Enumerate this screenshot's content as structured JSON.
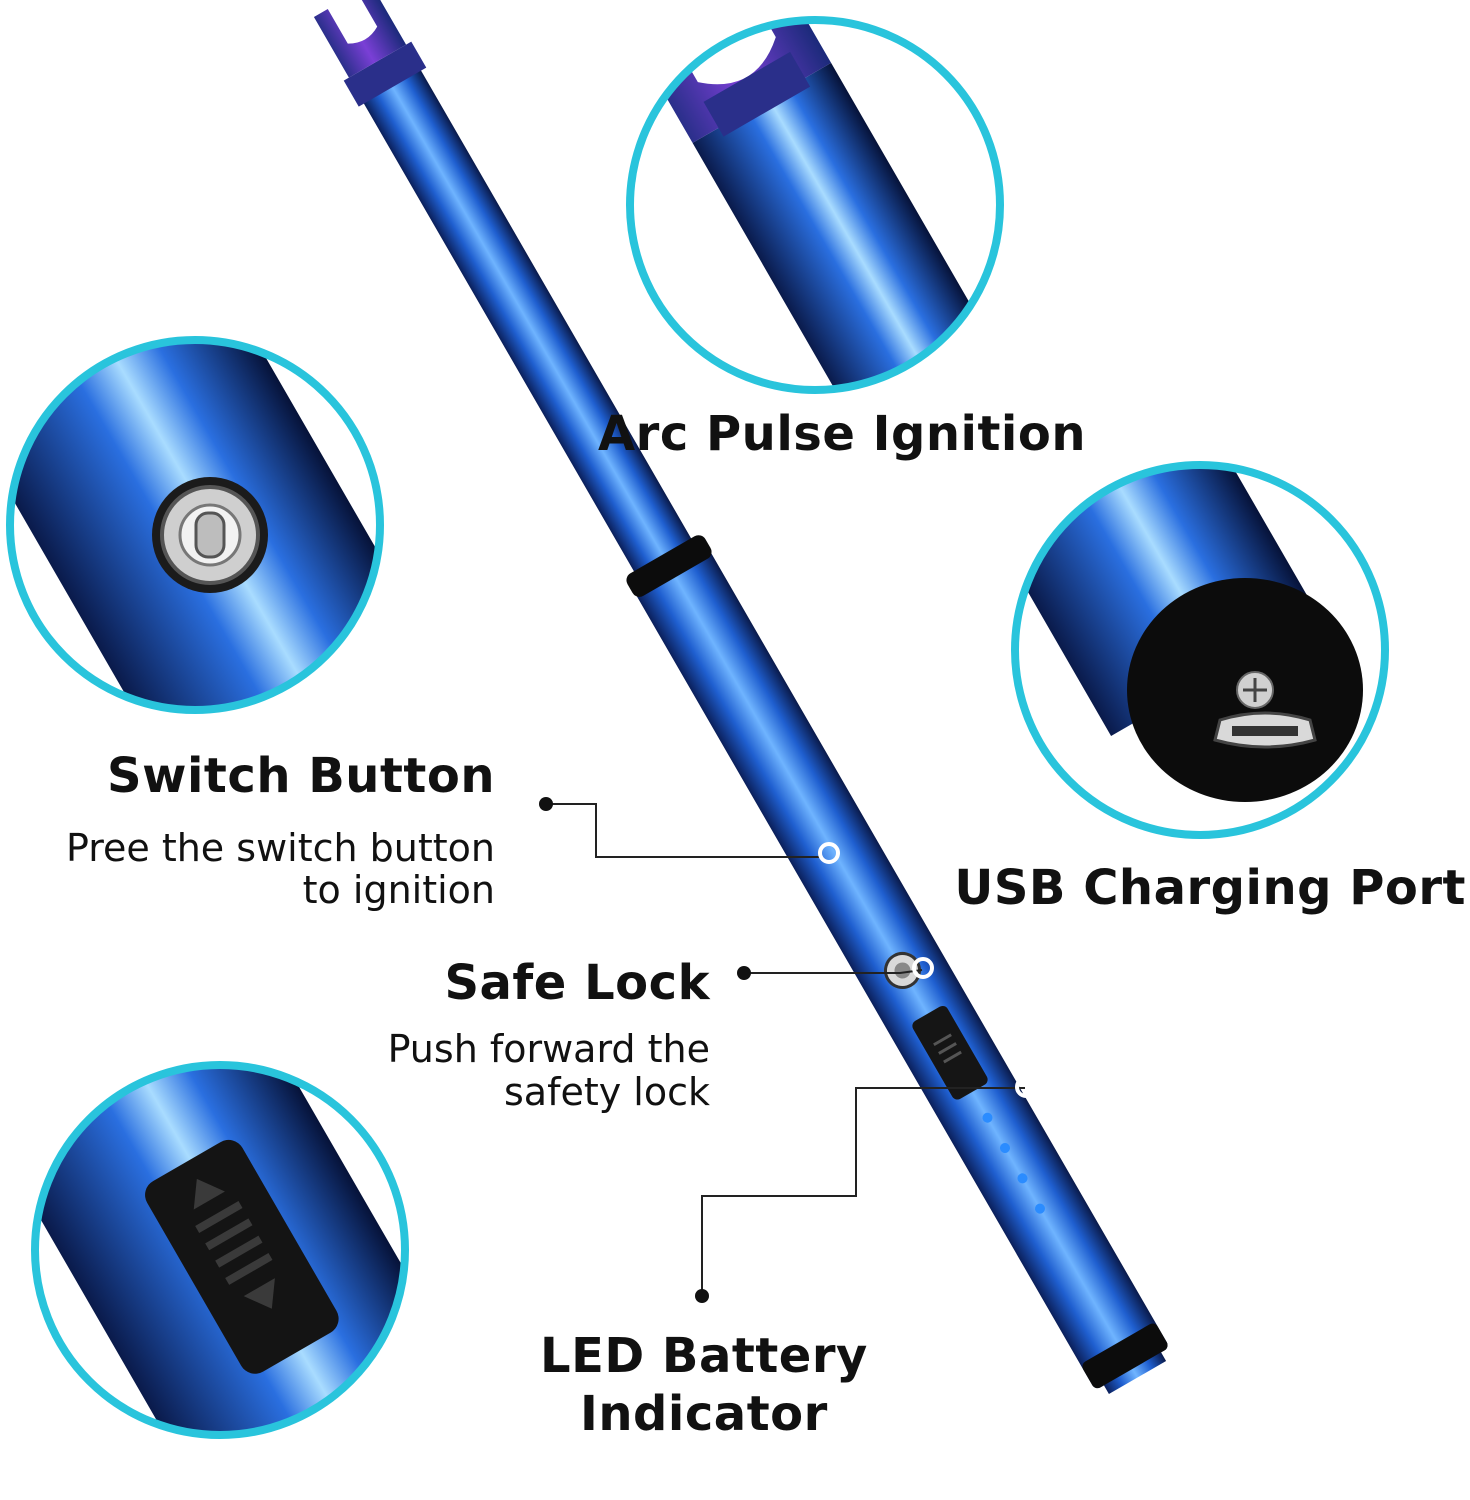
{
  "labels": {
    "arc_title": "Arc Pulse Ignition",
    "switch_title": "Switch Button",
    "switch_desc_line1": "Pree the switch button",
    "switch_desc_line2": "to ignition",
    "usb_title": "USB Charging Port",
    "safe_title": "Safe Lock",
    "safe_desc_line1": "Push forward the",
    "safe_desc_line2": "safety lock",
    "led_title_line1": "LED Battery",
    "led_title_line2": "Indicator"
  },
  "colors": {
    "circle_outline": "#29c4dc",
    "body_blue": "#1f5fd0",
    "body_dark": "#0b1f5a",
    "tip_purple": "#7a3fd6",
    "cap_black": "#0c0c0c",
    "led_blue": "#2b8cff",
    "line": "#222222"
  },
  "icons": [
    "arc-electrode-icon",
    "switch-button-icon",
    "usb-port-icon",
    "slider-lock-icon",
    "led-dot-icon"
  ]
}
